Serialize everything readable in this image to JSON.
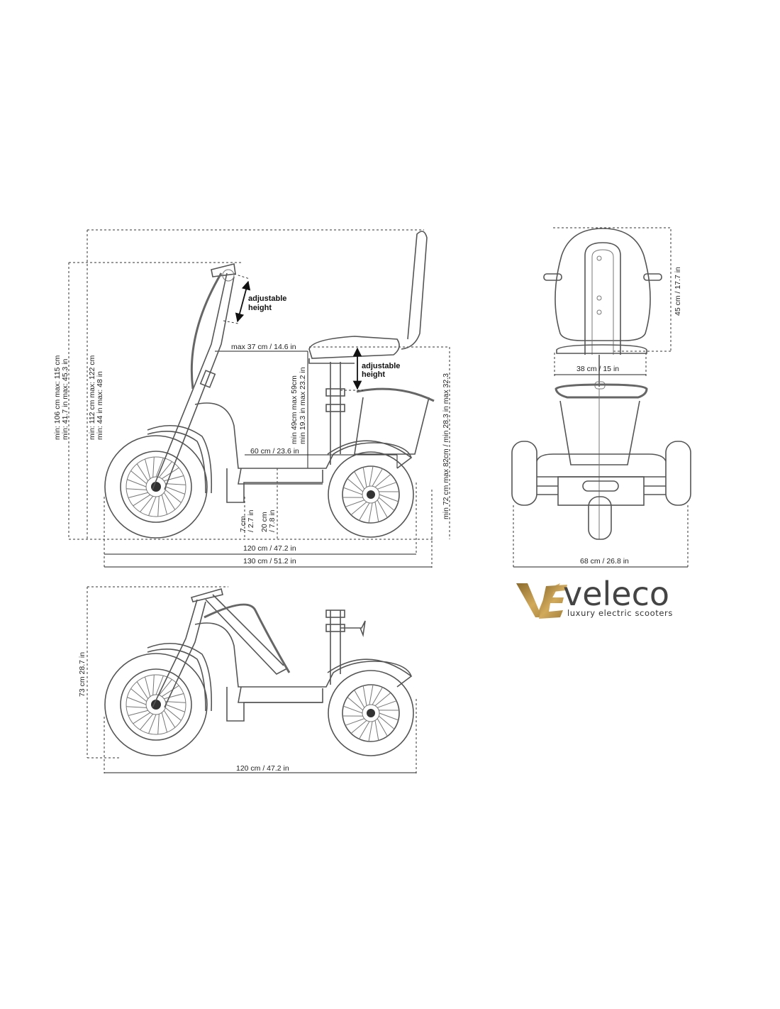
{
  "side_view": {
    "total_height_front": "min: 106 cm  max: 115 cm",
    "total_height_front_in": "min: 41.7 in max: 45.3 in",
    "total_height_seat_back": "min: 112 cm  max: 122 cm",
    "total_height_seat_back_in": "min: 44 in  max: 48 in",
    "adjustable_handlebar": [
      "adjustable",
      "height"
    ],
    "adjustable_seat": [
      "adjustable",
      "height"
    ],
    "seat_to_handlebar": "max 37 cm / 14.6 in",
    "seat_height": "min 49cm  max 59cm",
    "seat_height_in": "min 19.3 in max 23.2 in",
    "seat_to_front_column": "60 cm / 23.6 in",
    "ground_clearance": [
      "7 cm",
      "/ 2.7 in"
    ],
    "deck_height": [
      "20 cm",
      "/ 7.8 in"
    ],
    "seat_height_total": "min 72 cm max 82cm / min 28.3 in max 32.3",
    "wheelbase": "120 cm / 47.2 in",
    "total_length": "130 cm / 51.2 in"
  },
  "rear_view": {
    "backrest_height": "45 cm / 17.7 in",
    "seat_width": "38 cm / 15 in",
    "total_width": "68 cm / 26.8 in"
  },
  "folded_view": {
    "folded_height": "73 cm  28.7 in",
    "folded_length": "120 cm / 47.2 in"
  },
  "brand": {
    "name": "veleco",
    "tagline": "luxury electric scooters",
    "gold": "#b08a3e"
  }
}
